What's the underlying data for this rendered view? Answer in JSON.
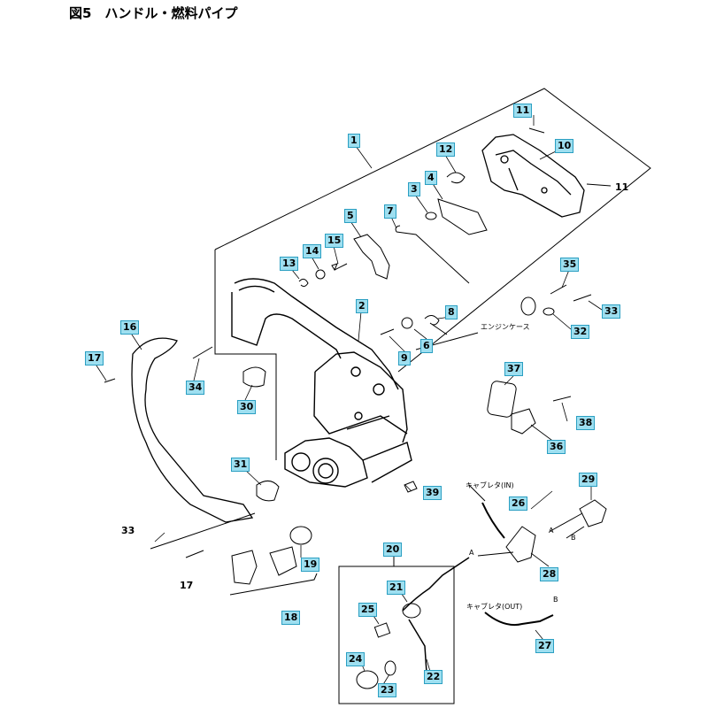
{
  "title": "図5　ハンドル・燃料パイプ",
  "notes": {
    "engine_case": "エンジンケース",
    "cap_in": "キャブレタ(IN)",
    "cap_out": "キャブレタ(OUT)"
  },
  "arrows": {
    "a": "A",
    "b": "B"
  },
  "parts": [
    {
      "id": "p1",
      "num": "1",
      "boxed": true
    },
    {
      "id": "p2",
      "num": "2",
      "boxed": true
    },
    {
      "id": "p3",
      "num": "3",
      "boxed": true
    },
    {
      "id": "p4",
      "num": "4",
      "boxed": true
    },
    {
      "id": "p5",
      "num": "5",
      "boxed": true
    },
    {
      "id": "p6",
      "num": "6",
      "boxed": true
    },
    {
      "id": "p7",
      "num": "7",
      "boxed": true
    },
    {
      "id": "p8",
      "num": "8",
      "boxed": true
    },
    {
      "id": "p9",
      "num": "9",
      "boxed": true
    },
    {
      "id": "p10",
      "num": "10",
      "boxed": true
    },
    {
      "id": "p11a",
      "num": "11",
      "boxed": true
    },
    {
      "id": "p11b",
      "num": "11",
      "boxed": false
    },
    {
      "id": "p12",
      "num": "12",
      "boxed": true
    },
    {
      "id": "p13",
      "num": "13",
      "boxed": true
    },
    {
      "id": "p14",
      "num": "14",
      "boxed": true
    },
    {
      "id": "p15",
      "num": "15",
      "boxed": true
    },
    {
      "id": "p16",
      "num": "16",
      "boxed": true
    },
    {
      "id": "p17a",
      "num": "17",
      "boxed": true
    },
    {
      "id": "p17b",
      "num": "17",
      "boxed": false
    },
    {
      "id": "p18",
      "num": "18",
      "boxed": true
    },
    {
      "id": "p19",
      "num": "19",
      "boxed": true
    },
    {
      "id": "p20",
      "num": "20",
      "boxed": true
    },
    {
      "id": "p21",
      "num": "21",
      "boxed": true
    },
    {
      "id": "p22",
      "num": "22",
      "boxed": true
    },
    {
      "id": "p23",
      "num": "23",
      "boxed": true
    },
    {
      "id": "p24",
      "num": "24",
      "boxed": true
    },
    {
      "id": "p25",
      "num": "25",
      "boxed": true
    },
    {
      "id": "p26",
      "num": "26",
      "boxed": true
    },
    {
      "id": "p27",
      "num": "27",
      "boxed": true
    },
    {
      "id": "p28",
      "num": "28",
      "boxed": true
    },
    {
      "id": "p29",
      "num": "29",
      "boxed": true
    },
    {
      "id": "p30",
      "num": "30",
      "boxed": true
    },
    {
      "id": "p31",
      "num": "31",
      "boxed": true
    },
    {
      "id": "p32",
      "num": "32",
      "boxed": true
    },
    {
      "id": "p33a",
      "num": "33",
      "boxed": true
    },
    {
      "id": "p33b",
      "num": "33",
      "boxed": false
    },
    {
      "id": "p34",
      "num": "34",
      "boxed": true
    },
    {
      "id": "p35",
      "num": "35",
      "boxed": true
    },
    {
      "id": "p36",
      "num": "36",
      "boxed": true
    },
    {
      "id": "p37",
      "num": "37",
      "boxed": true
    },
    {
      "id": "p38",
      "num": "38",
      "boxed": true
    },
    {
      "id": "p39",
      "num": "39",
      "boxed": true
    }
  ],
  "colors": {
    "label_fill": "#9edff0",
    "label_border": "#2b9fc2",
    "line": "#000000"
  }
}
